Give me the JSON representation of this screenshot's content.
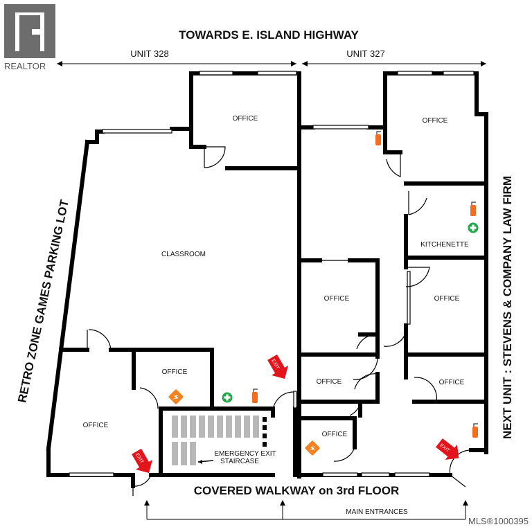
{
  "watermark": {
    "brand": "REALTOR",
    "mls": "MLS®1000395"
  },
  "labels": {
    "highway": "TOWARDS E. ISLAND HIGHWAY",
    "unit_328": "UNIT 328",
    "unit_327": "UNIT 327",
    "parking_lot": "RETRO ZONE GAMES PARKING LOT",
    "next_unit": "NEXT UNIT : STEVENS & COMPANY LAW FIRM",
    "walkway": "COVERED WALKWAY on 3rd FLOOR",
    "main_entrances": "MAIN ENTRANCES"
  },
  "rooms": {
    "office_top_left": "OFFICE",
    "office_top_right": "OFFICE",
    "classroom": "CLASSROOM",
    "kitchenette": "KITCHENETTE",
    "office_mid_center": "OFFICE",
    "office_mid_right": "OFFICE",
    "office_lower_left_small": "OFFICE",
    "office_bottom_left": "OFFICE",
    "office_lower_center": "OFFICE",
    "office_lower_right": "OFFICE",
    "office_bottom_center": "OFFICE",
    "emergency_exit_line1": "EMERGENCY EXIT",
    "emergency_exit_line2": "STAIRCASE"
  },
  "exit_sign": "EXIT",
  "colors": {
    "exit_red": "#e3141b",
    "extinguisher_orange": "#f26d1f",
    "first_aid_green": "#22a84a",
    "aed_orange": "#f58220"
  }
}
